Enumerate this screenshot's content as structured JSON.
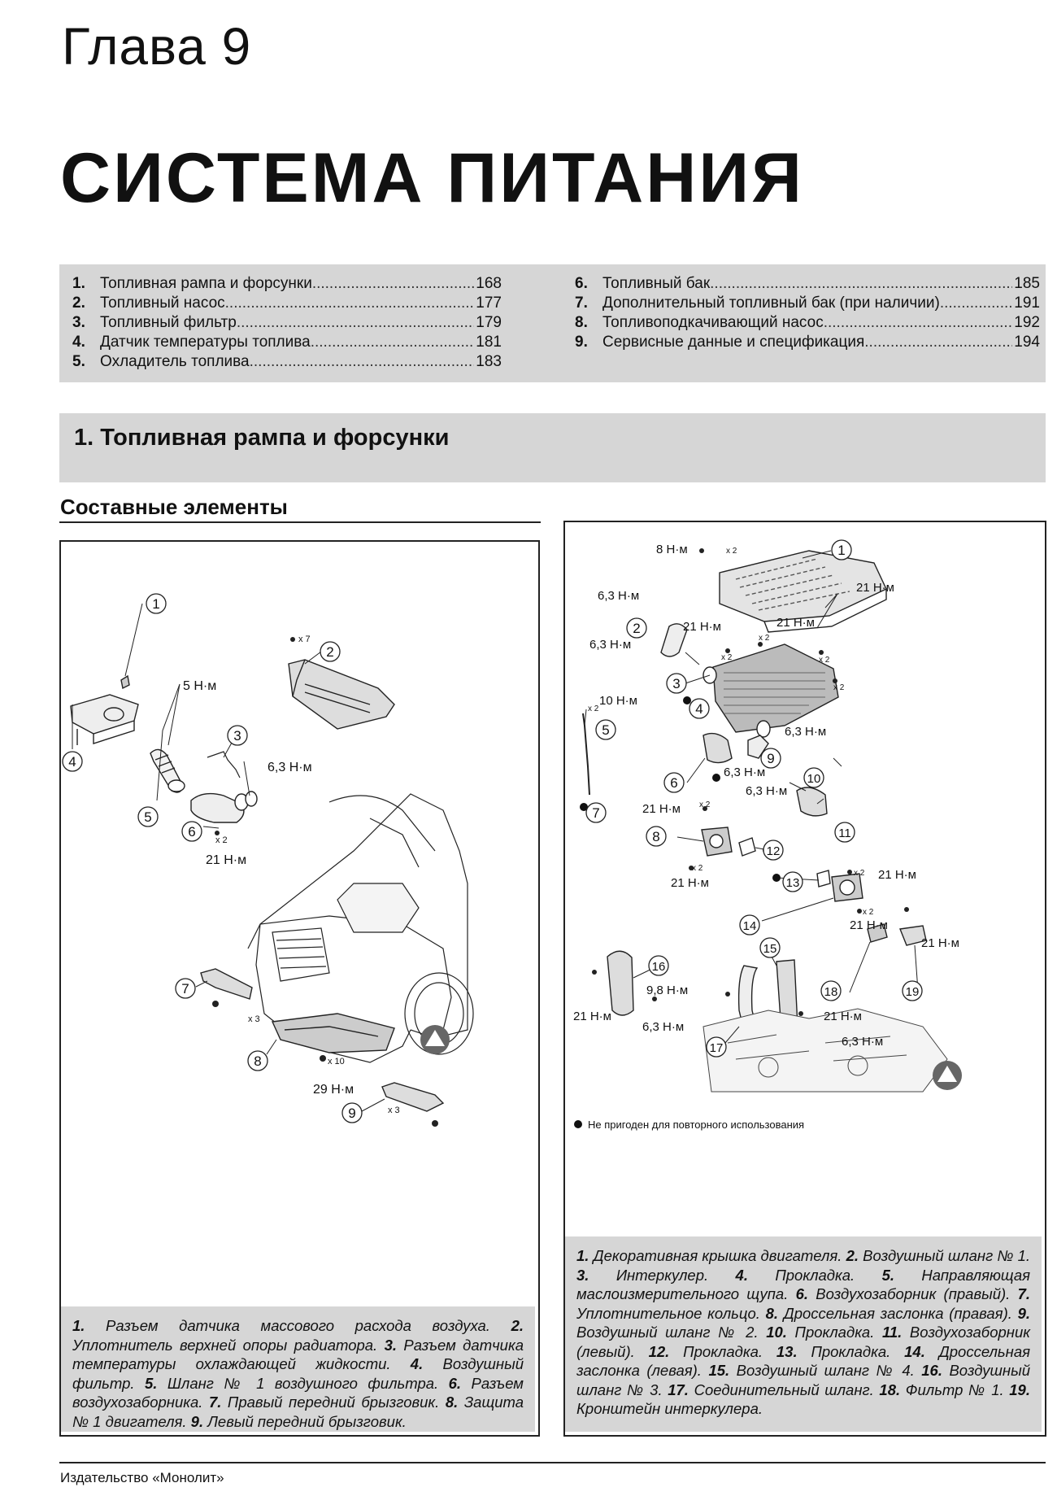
{
  "chapter": "Глава 9",
  "title": "СИСТЕМА ПИТАНИЯ",
  "toc": {
    "left": [
      {
        "num": "1.",
        "title": "Топливная рампа и форсунки",
        "page": "168"
      },
      {
        "num": "2.",
        "title": "Топливный насос",
        "page": "177"
      },
      {
        "num": "3.",
        "title": "Топливный фильтр",
        "page": "179"
      },
      {
        "num": "4.",
        "title": "Датчик температуры топлива",
        "page": "181"
      },
      {
        "num": "5.",
        "title": "Охладитель топлива",
        "page": "183"
      }
    ],
    "right": [
      {
        "num": "6.",
        "title": "Топливный бак",
        "page": "185"
      },
      {
        "num": "7.",
        "title": "Дополнительный топливный бак (при наличии)",
        "page": "191"
      },
      {
        "num": "8.",
        "title": "Топливоподкачивающий насос",
        "page": "192"
      },
      {
        "num": "9.",
        "title": "Сервисные данные и спецификация",
        "page": "194"
      }
    ]
  },
  "section_title": "1. Топливная рампа и форсунки",
  "subheading": "Составные элементы",
  "left_figure": {
    "callouts": [
      "1",
      "2",
      "3",
      "4",
      "5",
      "6",
      "7",
      "8",
      "9"
    ],
    "torques": {
      "t5": "5 Н·м",
      "t63": "6,3 Н·м",
      "t21": "21 Н·м",
      "t29": "29 Н·м"
    },
    "counts": {
      "x7": "x 7",
      "x2": "x 2",
      "x3a": "x 3",
      "x10": "x 10",
      "x3b": "x 3"
    },
    "caption": [
      {
        "n": "1.",
        "t": " Разъем датчика массового расхода воздуха. "
      },
      {
        "n": "2.",
        "t": " Уплотнитель верхней опоры радиатора. "
      },
      {
        "n": "3.",
        "t": " Разъем датчика температуры охлаждающей жидкости. "
      },
      {
        "n": "4.",
        "t": " Воздушный фильтр. "
      },
      {
        "n": "5.",
        "t": " Шланг № 1 воздушного фильтра. "
      },
      {
        "n": "6.",
        "t": " Разъем воздухозаборника. "
      },
      {
        "n": "7.",
        "t": " Правый передний брызговик. "
      },
      {
        "n": "8.",
        "t": " Защита № 1 двигателя. "
      },
      {
        "n": "9.",
        "t": " Левый передний брызговик."
      }
    ]
  },
  "right_figure": {
    "callouts": [
      "1",
      "2",
      "3",
      "4",
      "5",
      "6",
      "7",
      "8",
      "9",
      "10",
      "11",
      "12",
      "13",
      "14",
      "15",
      "16",
      "17",
      "18",
      "19"
    ],
    "torques": {
      "t8": "8 Н·м",
      "t63": "6,3 Н·м",
      "t21": "21 Н·м",
      "t10": "10 Н·м",
      "t98": "9,8 Н·м"
    },
    "count_x2": "x 2",
    "legend": "Не пригоден для повторного использования",
    "caption": [
      {
        "n": "1.",
        "t": " Декоративная крышка двигателя. "
      },
      {
        "n": "2.",
        "t": " Воздушный шланг № 1. "
      },
      {
        "n": "3.",
        "t": " Интеркулер. "
      },
      {
        "n": "4.",
        "t": " Прокладка. "
      },
      {
        "n": "5.",
        "t": " Направляющая маслоизмерительного щупа. "
      },
      {
        "n": "6.",
        "t": " Воздухозаборник (правый). "
      },
      {
        "n": "7.",
        "t": " Уплотнительное кольцо. "
      },
      {
        "n": "8.",
        "t": " Дроссельная заслонка (правая). "
      },
      {
        "n": "9.",
        "t": " Воздушный шланг № 2. "
      },
      {
        "n": "10.",
        "t": " Прокладка. "
      },
      {
        "n": "11.",
        "t": " Воздухозаборник (левый). "
      },
      {
        "n": "12.",
        "t": " Прокладка. "
      },
      {
        "n": "13.",
        "t": " Прокладка. "
      },
      {
        "n": "14.",
        "t": " Дроссельная заслонка (левая). "
      },
      {
        "n": "15.",
        "t": " Воздушный шланг № 4. "
      },
      {
        "n": "16.",
        "t": " Воздушный шланг № 3. "
      },
      {
        "n": "17.",
        "t": " Соединительный шланг. "
      },
      {
        "n": "18.",
        "t": " Фильтр № 1. "
      },
      {
        "n": "19.",
        "t": " Кронштейн интеркулера."
      }
    ]
  },
  "footer": "Издательство «Монолит»"
}
